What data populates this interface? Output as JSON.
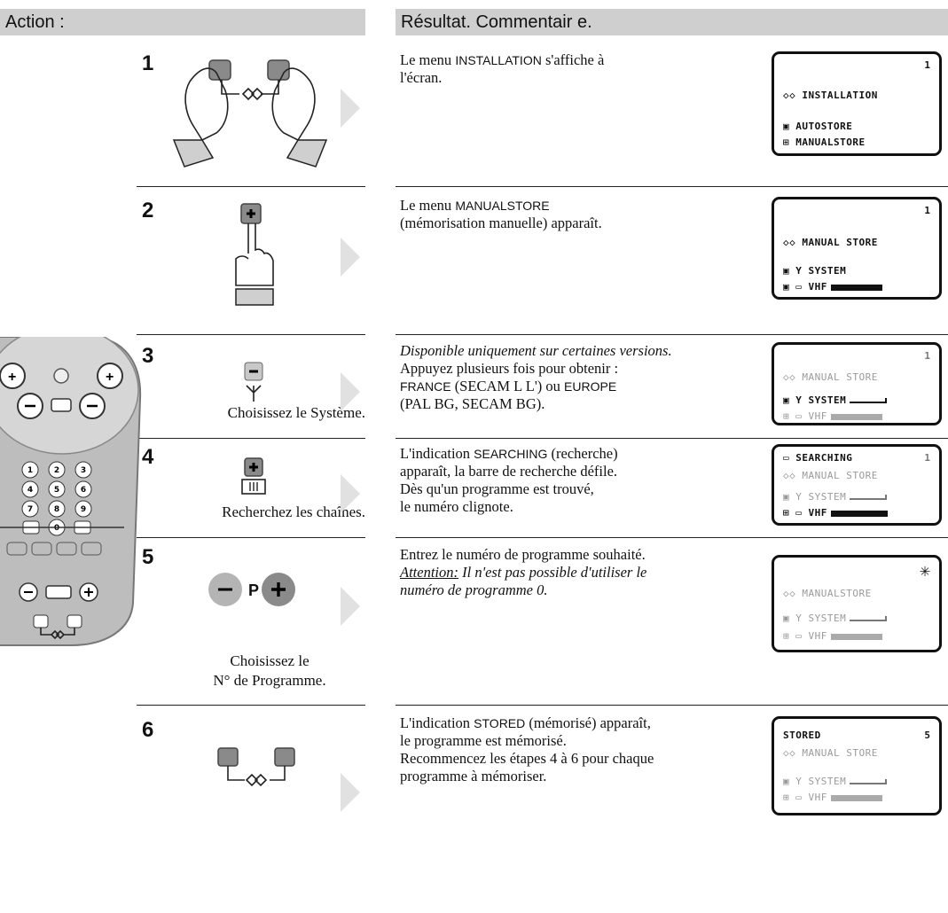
{
  "headers": {
    "action": "Action :",
    "result": "Résultat.   Commentair   e."
  },
  "steps": [
    {
      "num": "1",
      "caption": "",
      "lines": [
        [
          {
            "t": "Le menu "
          },
          {
            "t": "INSTALLATION",
            "s": "sans"
          },
          {
            "t": "     s'affiche à"
          }
        ],
        [
          {
            "t": "l'écran."
          }
        ]
      ],
      "screen": {
        "prog": "1",
        "title": "◇◇ INSTALLATION",
        "rows": [
          "▣ AUTOSTORE",
          "⊞ MANUALSTORE"
        ]
      }
    },
    {
      "num": "2",
      "caption": "",
      "lines": [
        [
          {
            "t": "Le menu "
          },
          {
            "t": "MANUALSTORE",
            "s": "sans"
          }
        ],
        [
          {
            "t": "(mémorisation manuelle) apparaît."
          }
        ]
      ],
      "screen": {
        "prog": "1",
        "title": "◇◇ MANUAL STORE",
        "rows": [
          "▣ Y SYSTEM",
          "▣ ▭ VHF"
        ]
      }
    },
    {
      "num": "3",
      "caption": "Choisissez le Système.",
      "lines": [
        [
          {
            "t": "Disponible uniquement sur certaines versions.",
            "s": "ital"
          }
        ],
        [
          {
            "t": "Appuyez plusieurs fois pour obtenir :"
          }
        ],
        [
          {
            "t": "FRANCE",
            "s": "sans"
          },
          {
            "t": "    (SECAM L L') ou "
          },
          {
            "t": "EUROPE",
            "s": "sans"
          }
        ],
        [
          {
            "t": "(PAL BG, SECAM BG)."
          }
        ]
      ],
      "screen": {
        "prog": "1",
        "title": "◇◇ MANUAL STORE",
        "rows": [
          "▣ Y SYSTEM",
          "⊞ ▭ VHF"
        ]
      }
    },
    {
      "num": "4",
      "caption": "Recherchez les chaînes.",
      "lines": [
        [
          {
            "t": "L'indication "
          },
          {
            "t": "SEARCHING",
            "s": "sans"
          },
          {
            "t": "    (recherche)"
          }
        ],
        [
          {
            "t": "apparaît, la barre de recherche défile."
          }
        ],
        [
          {
            "t": "Dès qu'un programme est trouvé,"
          }
        ],
        [
          {
            "t": "le numéro clignote."
          }
        ]
      ],
      "screen": {
        "prog": "1",
        "title": "◇◇ MANUAL STORE",
        "top": "▭ SEARCHING",
        "rows": [
          "▣ Y SYSTEM",
          "⊞ ▭ VHF"
        ]
      }
    },
    {
      "num": "5",
      "caption": "Choisissez le\nN° de Programme.",
      "lines": [
        [
          {
            "t": "Entrez le numéro de programme souhaité."
          }
        ],
        [
          {
            "t": " "
          }
        ],
        [
          {
            "t": "Attention:",
            "s": "ital under"
          },
          {
            "t": " Il n'est pas possible d'utiliser le",
            "s": "ital"
          }
        ],
        [
          {
            "t": "numéro de programme 0.",
            "s": "ital"
          }
        ]
      ],
      "screen": {
        "prog": "",
        "title": "◇◇ MANUALSTORE",
        "rows": [
          "▣ Y SYSTEM",
          "⊞ ▭ VHF"
        ]
      }
    },
    {
      "num": "6",
      "caption": "",
      "lines": [
        [
          {
            "t": "L'indication "
          },
          {
            "t": "STORED",
            "s": "sans"
          },
          {
            "t": "  (mémorisé) apparaît,"
          }
        ],
        [
          {
            "t": "le programme est mémorisé."
          }
        ],
        [
          {
            "t": " "
          }
        ],
        [
          {
            "t": "Recommencez les étapes 4 à 6 pour chaque"
          }
        ],
        [
          {
            "t": "programme à mémoriser."
          }
        ]
      ],
      "screen": {
        "prog": "5",
        "title": "◇◇ MANUAL STORE",
        "top": "STORED",
        "rows": [
          "▣ Y SYSTEM",
          "⊞ ▭ VHF"
        ]
      }
    }
  ],
  "remote": {
    "keys": [
      "1",
      "2",
      "3",
      "4",
      "5",
      "6",
      "7",
      "8",
      "9",
      "0"
    ]
  }
}
